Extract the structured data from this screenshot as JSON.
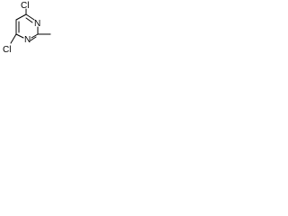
{
  "molecule": {
    "atoms": {
      "cl_top": "Cl",
      "cl_bottom": "Cl",
      "n_upper": "N",
      "n_lower": "N"
    }
  },
  "colors": {
    "ink": "#000000",
    "background": "#ffffff"
  }
}
